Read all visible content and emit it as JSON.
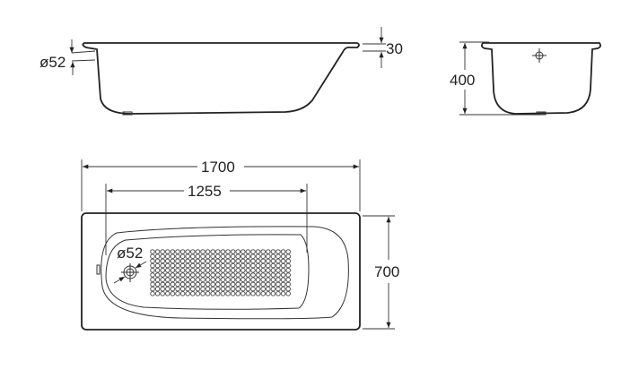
{
  "drawing": {
    "side_view": {
      "drain_diameter_label": "ø52",
      "rim_height_label": "30"
    },
    "end_view": {
      "height_label": "400"
    },
    "top_view": {
      "length_label": "1700",
      "basin_length_label": "1255",
      "width_label": "700",
      "drain_diameter_label": "ø52"
    }
  }
}
